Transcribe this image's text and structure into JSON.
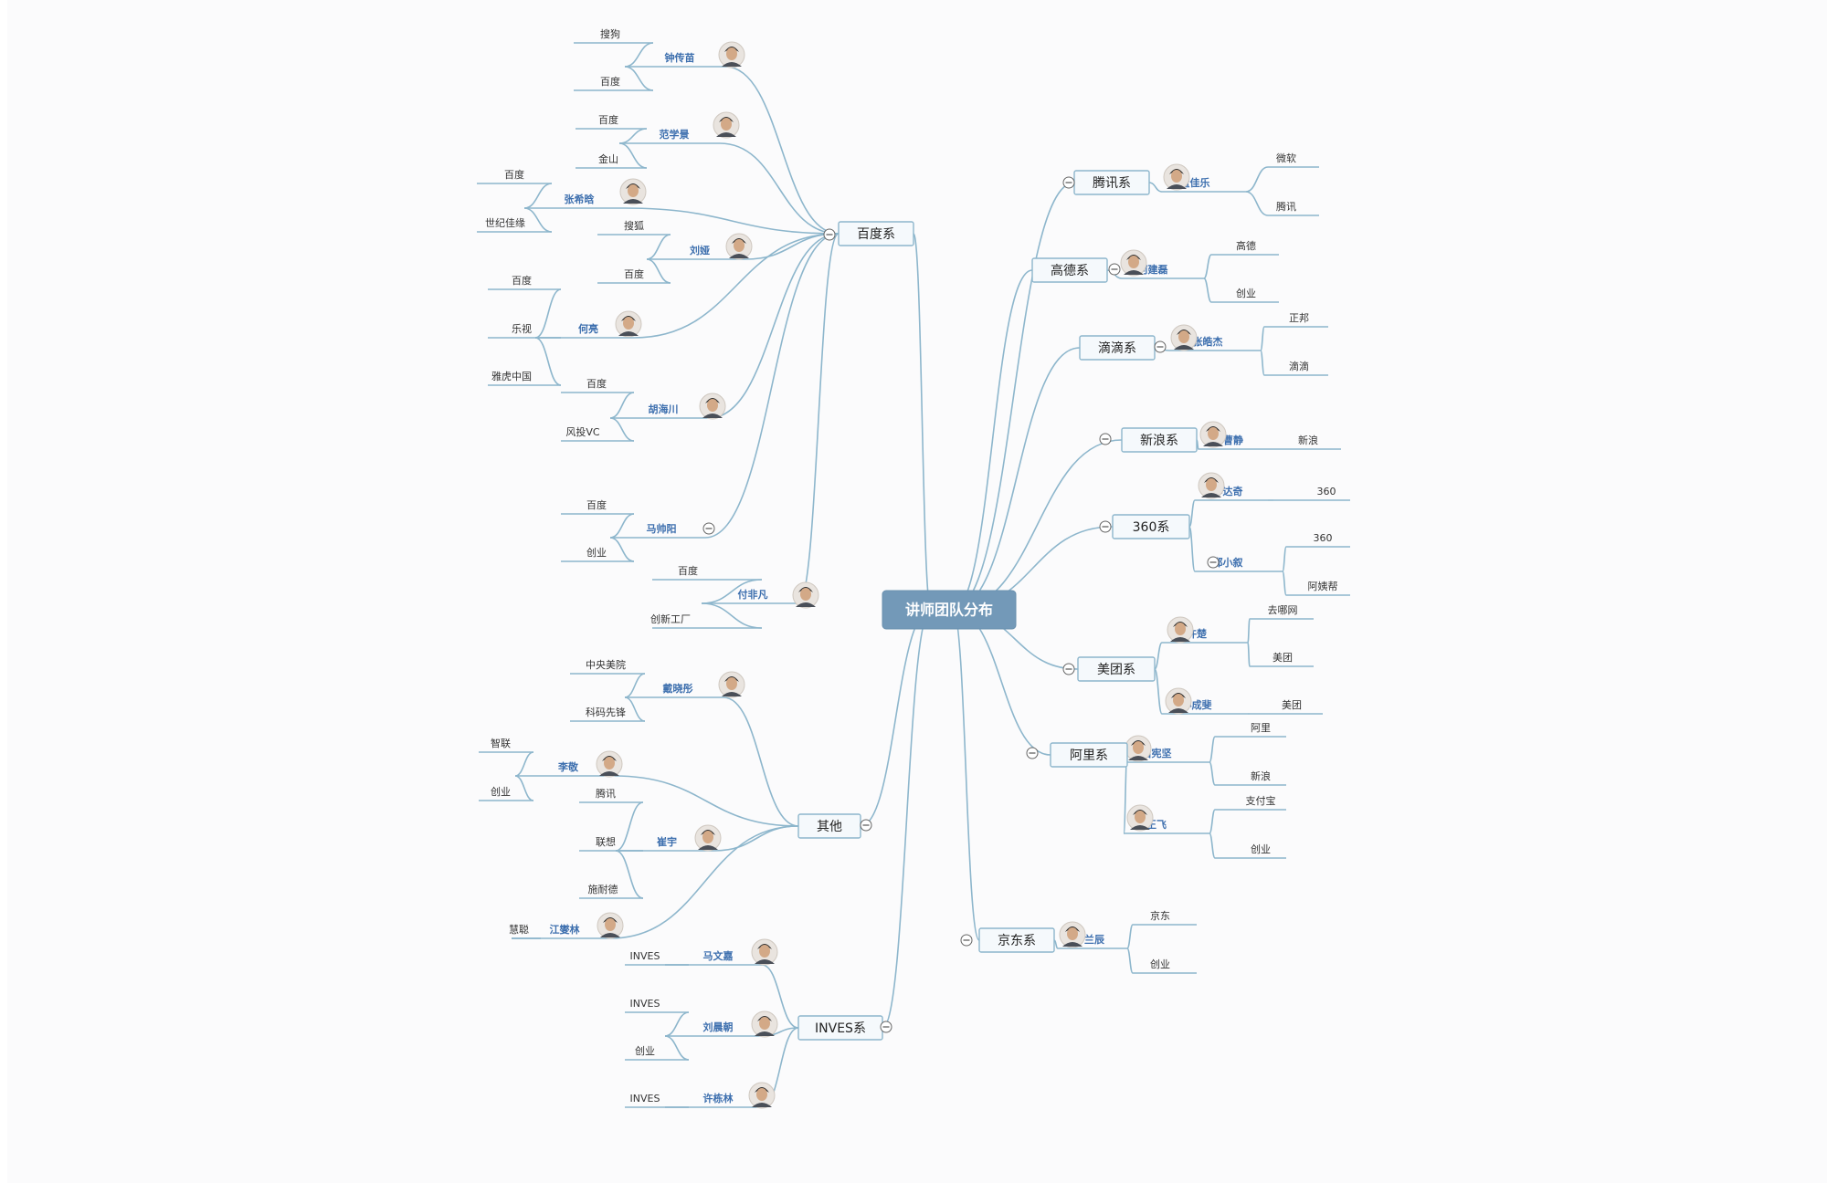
{
  "root": {
    "label": "讲师团队分布"
  },
  "branches": [
    {
      "id": "baidu",
      "label": "百度系",
      "people": [
        {
          "name": "钟传苗",
          "companies": [
            "搜狗",
            "百度"
          ]
        },
        {
          "name": "范学景",
          "companies": [
            "百度",
            "金山"
          ]
        },
        {
          "name": "张希晗",
          "companies": [
            "百度",
            "世纪佳缘"
          ]
        },
        {
          "name": "刘娅",
          "companies": [
            "搜狐",
            "百度"
          ]
        },
        {
          "name": "何亮",
          "companies": [
            "百度",
            "乐视",
            "雅虎中国"
          ]
        },
        {
          "name": "胡海川",
          "companies": [
            "百度",
            "风投VC"
          ]
        },
        {
          "name": "马帅阳",
          "companies": [
            "百度",
            "创业"
          ]
        },
        {
          "name": "付非凡",
          "companies": [
            "百度",
            "创新工厂"
          ]
        }
      ]
    },
    {
      "id": "other",
      "label": "其他",
      "people": [
        {
          "name": "戴晓彤",
          "companies": [
            "中央美院",
            "科码先锋"
          ]
        },
        {
          "name": "李敬",
          "companies": [
            "智联",
            "创业"
          ]
        },
        {
          "name": "崔宇",
          "companies": [
            "腾讯",
            "联想",
            "施耐德"
          ]
        },
        {
          "name": "江燮林",
          "companies": [
            "慧聪"
          ]
        }
      ]
    },
    {
      "id": "inves",
      "label": "INVES系",
      "people": [
        {
          "name": "马文嘉",
          "companies": [
            "INVES"
          ]
        },
        {
          "name": "刘晨朝",
          "companies": [
            "INVES",
            "创业"
          ]
        },
        {
          "name": "许栋林",
          "companies": [
            "INVES"
          ]
        }
      ]
    },
    {
      "id": "tencent",
      "label": "腾讯系",
      "people": [
        {
          "name": "董佳乐",
          "companies": [
            "微软",
            "腾讯"
          ]
        }
      ]
    },
    {
      "id": "gaode",
      "label": "高德系",
      "people": [
        {
          "name": "何建磊",
          "companies": [
            "高德",
            "创业"
          ]
        }
      ]
    },
    {
      "id": "didi",
      "label": "滴滴系",
      "people": [
        {
          "name": "张皓杰",
          "companies": [
            "正邦",
            "滴滴"
          ]
        }
      ]
    },
    {
      "id": "sina",
      "label": "新浪系",
      "people": [
        {
          "name": "曹静",
          "companies": [
            "新浪"
          ]
        }
      ]
    },
    {
      "id": "q360",
      "label": "360系",
      "people": [
        {
          "name": "李达奇",
          "companies": [
            "360"
          ]
        },
        {
          "name": "郑小叙",
          "companies": [
            "360",
            "阿姨帮"
          ]
        }
      ]
    },
    {
      "id": "meituan",
      "label": "美团系",
      "people": [
        {
          "name": "许楚",
          "companies": [
            "去哪网",
            "美团"
          ]
        },
        {
          "name": "孙成斐",
          "companies": [
            "美团"
          ]
        }
      ]
    },
    {
      "id": "ali",
      "label": "阿里系",
      "people": [
        {
          "name": "石宪坚",
          "companies": [
            "阿里",
            "新浪"
          ]
        },
        {
          "name": "王飞",
          "companies": [
            "支付宝",
            "创业"
          ]
        }
      ]
    },
    {
      "id": "jd",
      "label": "京东系",
      "people": [
        {
          "name": "兰辰",
          "companies": [
            "京东",
            "创业"
          ]
        }
      ]
    }
  ]
}
